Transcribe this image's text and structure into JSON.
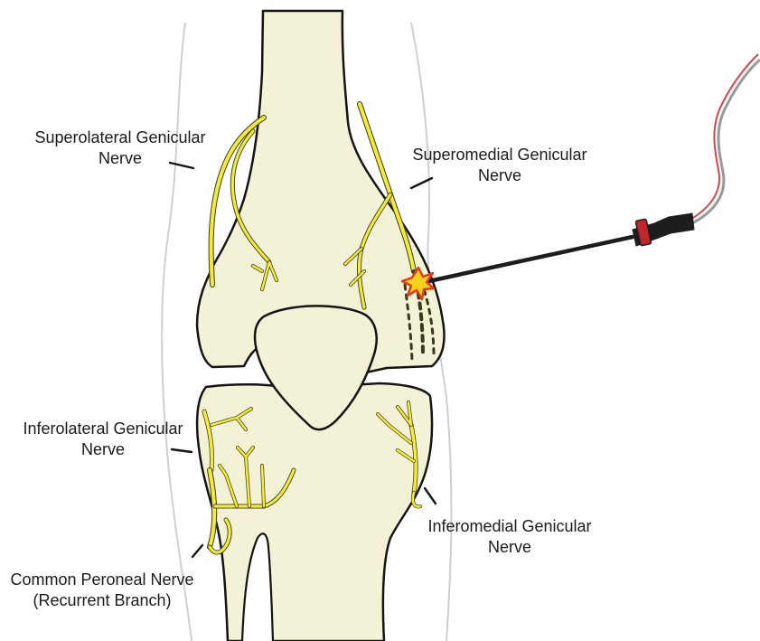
{
  "labels": {
    "superolateral": {
      "line1": "Superolateral Genicular",
      "line2": "Nerve"
    },
    "superomedial": {
      "line1": "Superomedial Genicular",
      "line2": "Nerve"
    },
    "inferolateral": {
      "line1": "Inferolateral Genicular",
      "line2": "Nerve"
    },
    "inferomedial": {
      "line1": "Inferomedial Genicular",
      "line2": "Nerve"
    },
    "common_peroneal": {
      "line1": "Common Peroneal Nerve",
      "line2": "(Recurrent Branch)"
    }
  },
  "colors": {
    "bone": "#f3f1d6",
    "nerve": "#f2ea3c",
    "outline": "#141414",
    "skin_line": "#cfcfcf",
    "probe_body": "#1d1d1d",
    "probe_cap": "#c0262c",
    "ablation_spark": "#f7d21a",
    "ablation_spark_edge": "#e23a1c",
    "cable_red": "#d8444a"
  },
  "icons": {
    "probe": "radiofrequency-probe-icon",
    "spark": "ablation-spark-icon"
  }
}
